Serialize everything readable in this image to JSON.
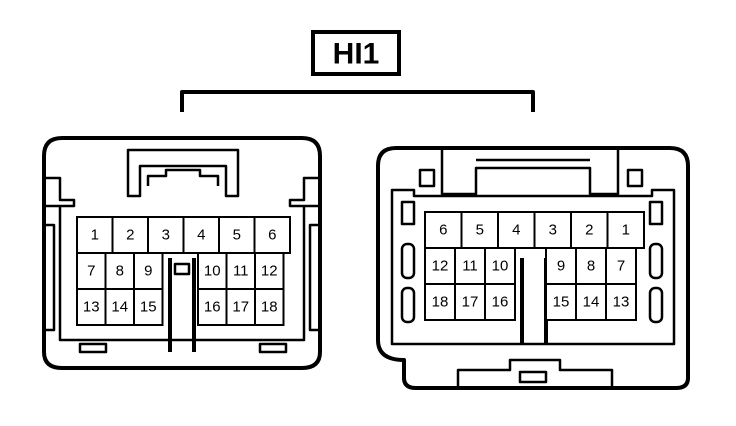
{
  "connector_id": "HI1",
  "connectors": [
    {
      "name": "left-connector",
      "rows": [
        [
          "1",
          "2",
          "3",
          "4",
          "5",
          "6"
        ],
        [
          "7",
          "8",
          "9",
          "10",
          "11",
          "12"
        ],
        [
          "13",
          "14",
          "15",
          "16",
          "17",
          "18"
        ]
      ]
    },
    {
      "name": "right-connector",
      "rows": [
        [
          "6",
          "5",
          "4",
          "3",
          "2",
          "1"
        ],
        [
          "12",
          "11",
          "10",
          "9",
          "8",
          "7"
        ],
        [
          "18",
          "17",
          "16",
          "15",
          "14",
          "13"
        ]
      ]
    }
  ]
}
